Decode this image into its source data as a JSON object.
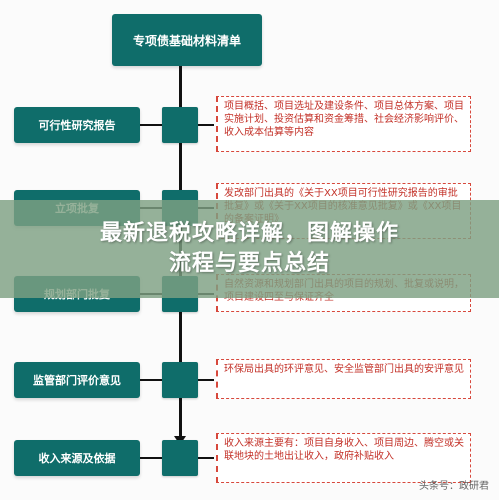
{
  "top": {
    "title": "专项债基础材料清单"
  },
  "steps": [
    {
      "label": "可行性研究报告",
      "desc": "项目概括、项目选址及建设条件、项目总体方案、项目实施计划、投资估算和资金筹措、社会经济影响评价、收入成本估算等内容"
    },
    {
      "label": "立项批复",
      "desc": "发改部门出具的《关于XX项目可行性研究报告的审批批复》或《关于XX项目的核准意见批复》或《XX项目的备案证明》"
    },
    {
      "label": "规划部门批复",
      "desc": "自然资源和规划部门出具的项目的规划、批复或说明，项目建设四至与保证齐全"
    },
    {
      "label": "监管部门评价意见",
      "desc": "环保局出具的环评意见、安全监管部门出具的安评意见"
    },
    {
      "label": "收入来源及依据",
      "desc": "收入来源主要有：项目自身收入、项目周边、腾空或关联地块的土地出让收入，政府补贴收入"
    }
  ],
  "banner": {
    "line1": "最新退税攻略详解，图解操作",
    "line2": "流程与要点总结"
  },
  "watermark": "头条号：政研君"
}
